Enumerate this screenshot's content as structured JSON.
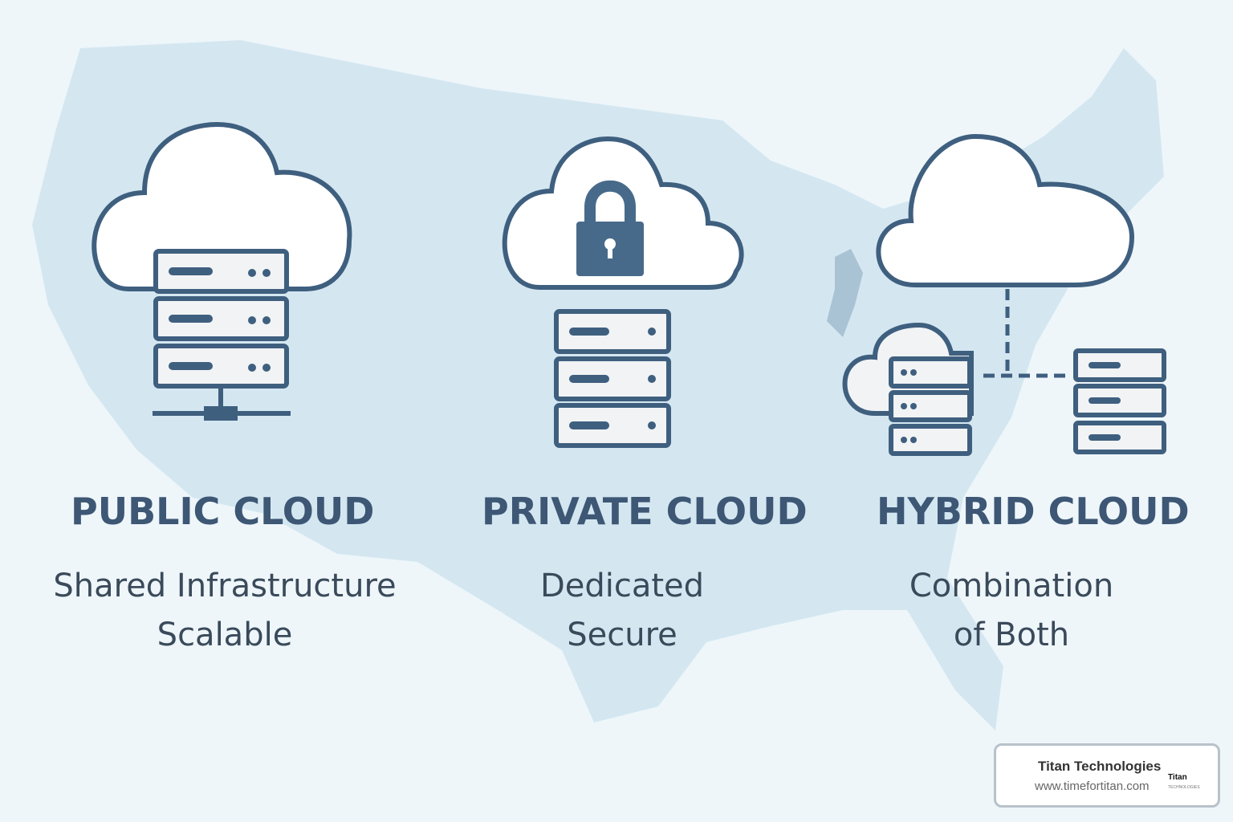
{
  "colors": {
    "accent": "#3f5f7f",
    "background": "#eef6fa",
    "map": "#d4e7f1",
    "lock": "#486a8a"
  },
  "columns": [
    {
      "title": "PUBLIC CLOUD",
      "lines": [
        "Shared Infrastructure",
        "Scalable"
      ],
      "icon": "cloud-server-network-icon"
    },
    {
      "title": "PRIVATE CLOUD",
      "lines": [
        "Dedicated",
        "Secure"
      ],
      "icon": "cloud-lock-server-icon"
    },
    {
      "title": "HYBRID CLOUD",
      "lines": [
        "Combination",
        "of Both"
      ],
      "icon": "hybrid-cloud-icon"
    }
  ],
  "badge": {
    "name": "Titan Technologies",
    "url": "www.timefortitan.com",
    "logo_text": "Titan TECHNOLOGIES"
  }
}
